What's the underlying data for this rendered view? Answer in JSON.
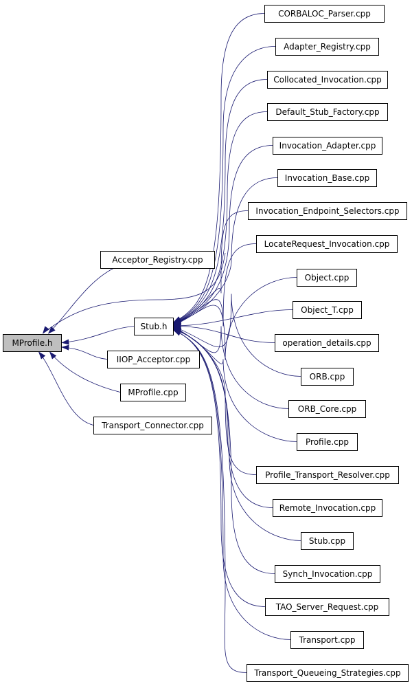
{
  "colors": {
    "edge": "#191970",
    "root_fill": "#bfbfbf",
    "node_fill": "#ffffff",
    "border": "#000000"
  },
  "graph": {
    "root": "MProfile.h",
    "hub": "Stub.h",
    "direct_includers": [
      "Acceptor_Registry.cpp",
      "Stub.h",
      "IIOP_Acceptor.cpp",
      "MProfile.cpp",
      "Transport_Connector.cpp"
    ],
    "stub_includers": [
      "CORBALOC_Parser.cpp",
      "Adapter_Registry.cpp",
      "Collocated_Invocation.cpp",
      "Default_Stub_Factory.cpp",
      "Invocation_Adapter.cpp",
      "Invocation_Base.cpp",
      "Invocation_Endpoint_Selectors.cpp",
      "LocateRequest_Invocation.cpp",
      "Object.cpp",
      "Object_T.cpp",
      "operation_details.cpp",
      "ORB.cpp",
      "ORB_Core.cpp",
      "Profile.cpp",
      "Profile_Transport_Resolver.cpp",
      "Remote_Invocation.cpp",
      "Stub.cpp",
      "Synch_Invocation.cpp",
      "TAO_Server_Request.cpp",
      "Transport.cpp",
      "Transport_Queueing_Strategies.cpp"
    ]
  }
}
